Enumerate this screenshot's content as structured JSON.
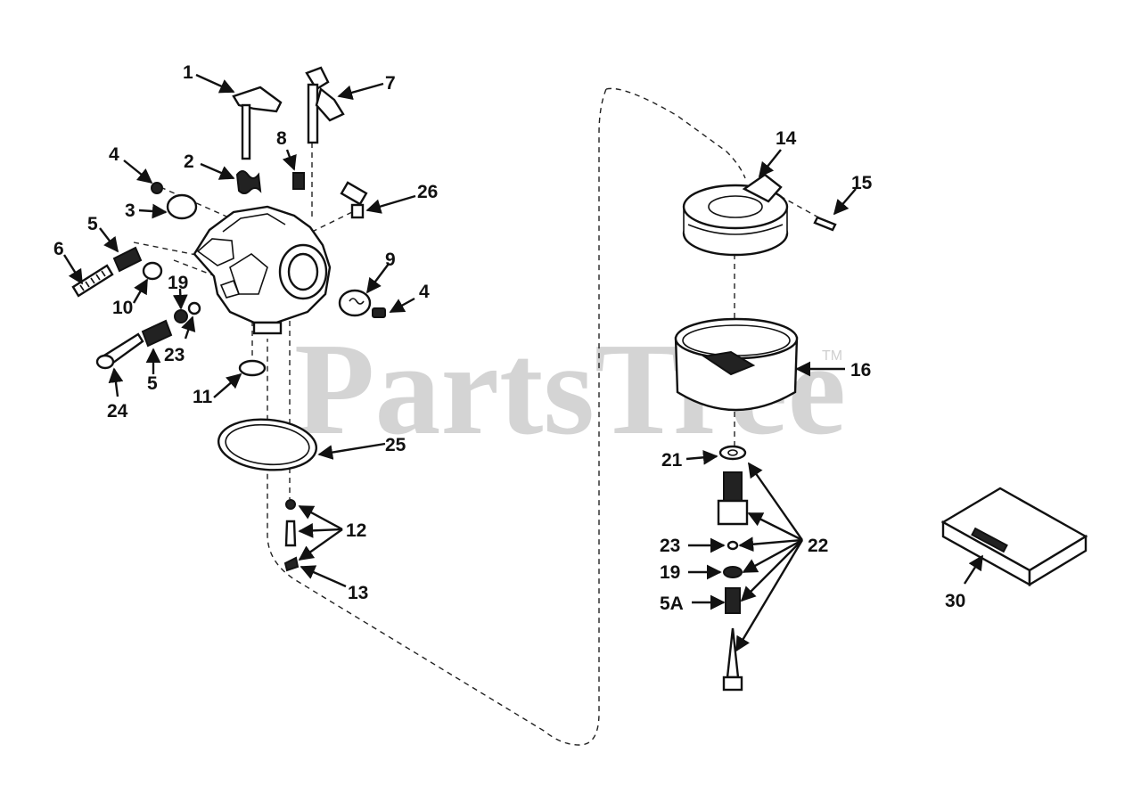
{
  "watermark": {
    "text": "PartsTree",
    "trademark": "TM"
  },
  "callouts": {
    "c1": "1",
    "c2": "2",
    "c3": "3",
    "c4a": "4",
    "c4b": "4",
    "c5a": "5",
    "c5b": "5",
    "c6": "6",
    "c7": "7",
    "c8": "8",
    "c9": "9",
    "c10": "10",
    "c11": "11",
    "c12": "12",
    "c13": "13",
    "c14": "14",
    "c15": "15",
    "c16": "16",
    "c19a": "19",
    "c19b": "19",
    "c21": "21",
    "c22": "22",
    "c23a": "23",
    "c23b": "23",
    "c24": "24",
    "c25": "25",
    "c26": "26",
    "c30": "30",
    "c5A": "5A"
  }
}
